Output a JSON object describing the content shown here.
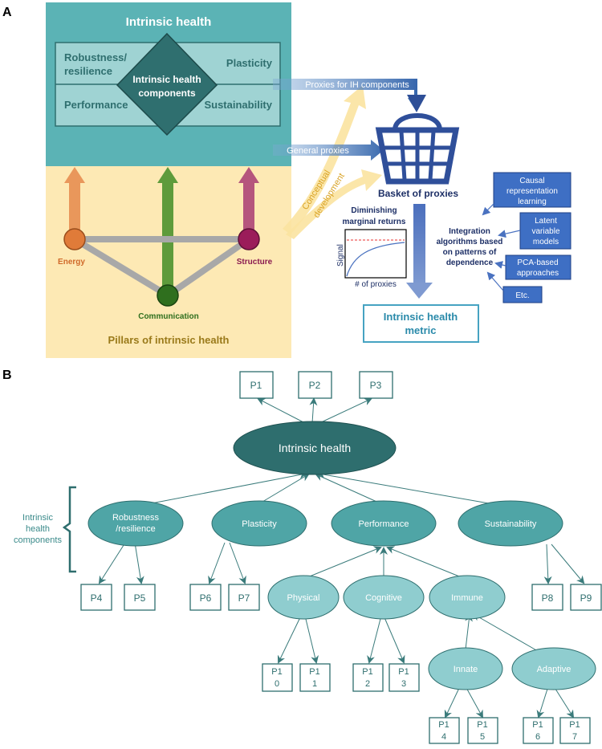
{
  "panel_a": {
    "label": "A",
    "intrinsic_health_title": "Intrinsic health",
    "components": {
      "robustness_line1": "Robustness/",
      "robustness_line2": "resilience",
      "plasticity": "Plasticity",
      "performance": "Performance",
      "sustainability": "Sustainability",
      "center_line1": "Intrinsic health",
      "center_line2": "components"
    },
    "pillars": {
      "energy": "Energy",
      "structure": "Structure",
      "communication": "Communication",
      "title": "Pillars of intrinsic health"
    },
    "conceptual_line1": "Conceptual",
    "conceptual_line2": "development",
    "proxies_for_ih": "Proxies for IH components",
    "general_proxies": "General proxies",
    "basket_label": "Basket of proxies",
    "diminishing_line1": "Diminishing",
    "diminishing_line2": "marginal returns",
    "signal_label": "Signal",
    "proxies_axis": "# of proxies",
    "integration_line1": "Integration",
    "integration_line2": "algorithms based",
    "integration_line3": "on patterns of",
    "integration_line4": "dependence",
    "algorithms": {
      "causal_line1": "Causal",
      "causal_line2": "representation",
      "causal_line3": "learning",
      "latent_line1": "Latent",
      "latent_line2": "variable",
      "latent_line3": "models",
      "pca_line1": "PCA-based",
      "pca_line2": "approaches",
      "etc": "Etc."
    },
    "metric_line1": "Intrinsic health",
    "metric_line2": "metric",
    "colors": {
      "teal_panel": "#5bb3b5",
      "yellow_panel": "#fde9b4",
      "diamond": "#2f6f6f",
      "energy": "#e07b39",
      "structure": "#9b1d5a",
      "communication": "#3a7d22",
      "algo_box": "#3e6fc4",
      "basket": "#2f4f9a"
    }
  },
  "panel_b": {
    "label": "B",
    "top_proxies": [
      "P1",
      "P2",
      "P3"
    ],
    "root": "Intrinsic health",
    "bracket_line1": "Intrinsic",
    "bracket_line2": "health",
    "bracket_line3": "components",
    "components": {
      "robustness_line1": "Robustness",
      "robustness_line2": "/resilience",
      "plasticity": "Plasticity",
      "performance": "Performance",
      "sustainability": "Sustainability"
    },
    "sub_performance": {
      "physical": "Physical",
      "cognitive": "Cognitive",
      "immune": "Immune"
    },
    "sub_immune": {
      "innate": "Innate",
      "adaptive": "Adaptive"
    },
    "proxies": {
      "p4": "P4",
      "p5": "P5",
      "p6": "P6",
      "p7": "P7",
      "p8": "P8",
      "p9": "P9",
      "p10_a": "P1",
      "p10_b": "0",
      "p11_a": "P1",
      "p11_b": "1",
      "p12_a": "P1",
      "p12_b": "2",
      "p13_a": "P1",
      "p13_b": "3",
      "p14_a": "P1",
      "p14_b": "4",
      "p15_a": "P1",
      "p15_b": "5",
      "p16_a": "P1",
      "p16_b": "6",
      "p17_a": "P1",
      "p17_b": "7"
    },
    "colors": {
      "root": "#2e6e6e",
      "components": "#4fa5a6",
      "sub": "#8fcdcf",
      "box_stroke": "#2e6e6e"
    }
  }
}
